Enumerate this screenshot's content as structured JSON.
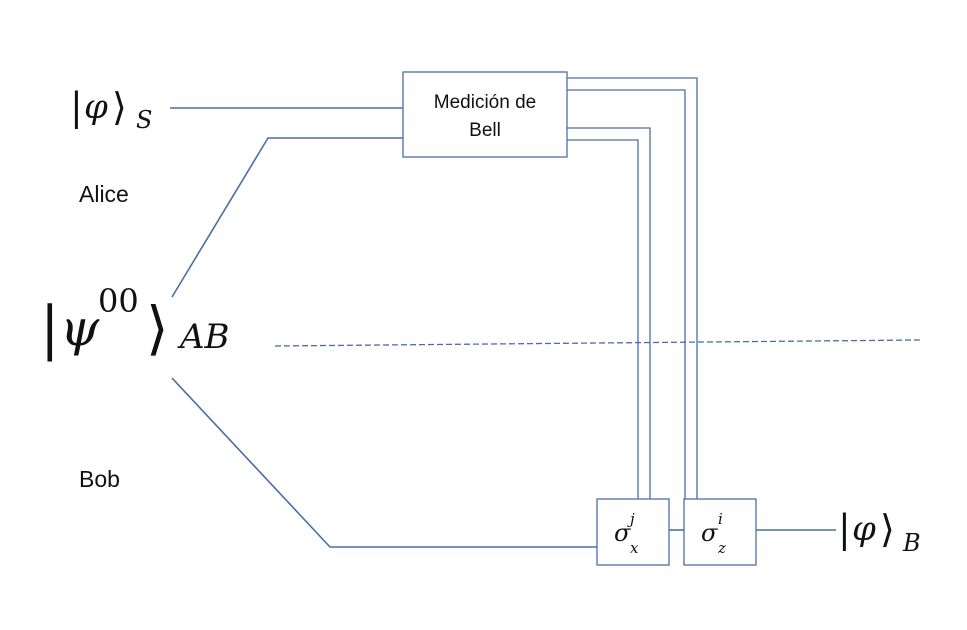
{
  "labels": {
    "alice": "Alice",
    "bob": "Bob",
    "bell_line1": "Medición de",
    "bell_line2": "Bell"
  },
  "kets": {
    "input": {
      "open": "|",
      "symbol": "φ",
      "close": "⟩",
      "subscript": "S"
    },
    "bell_pair": {
      "open": "|",
      "symbol": "ψ",
      "superscript": "00",
      "close": "⟩",
      "subscript": "AB"
    },
    "output": {
      "open": "|",
      "symbol": "φ",
      "close": "⟩",
      "subscript": "B"
    }
  },
  "gates": {
    "x_gate": {
      "symbol": "σ",
      "superscript": "j",
      "subscript": "x"
    },
    "z_gate": {
      "symbol": "σ",
      "superscript": "i",
      "subscript": "z"
    }
  },
  "colors": {
    "wire": "#4a6fa5",
    "text": "#111111"
  }
}
